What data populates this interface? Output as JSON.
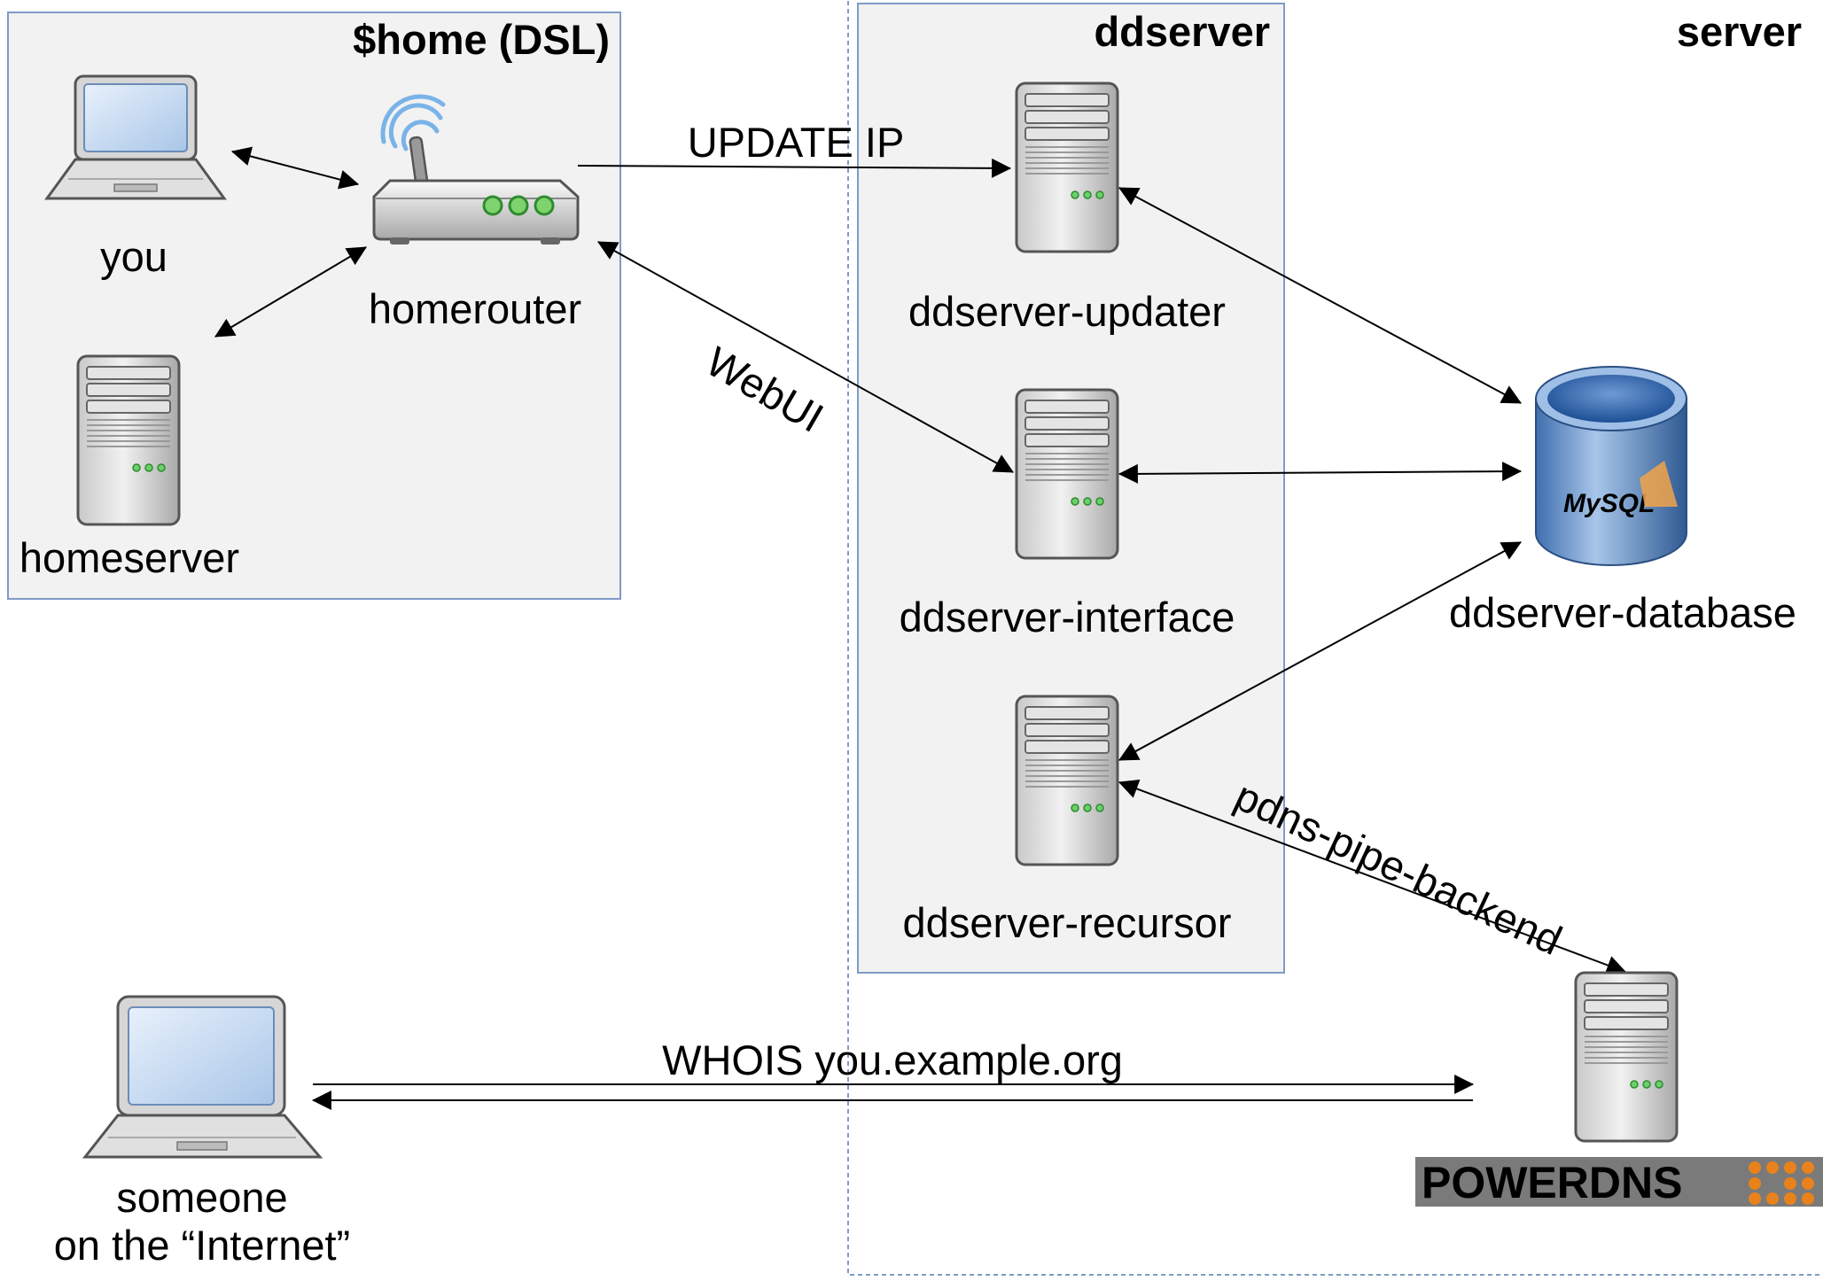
{
  "groups": {
    "home": {
      "title": "$home (DSL)"
    },
    "ddserver": {
      "title": "ddserver"
    },
    "server": {
      "title": "server"
    }
  },
  "nodes": {
    "you": "you",
    "homerouter": "homerouter",
    "homeserver": "homeserver",
    "ddserver_updater": "ddserver-updater",
    "ddserver_interface": "ddserver-interface",
    "ddserver_recursor": "ddserver-recursor",
    "ddserver_database": "ddserver-database",
    "someone_line1": "someone",
    "someone_line2": "on the “Internet”"
  },
  "edges": {
    "update_ip": "UPDATE IP",
    "webui": "WebUI",
    "pdns_pipe_backend": "pdns-pipe-backend",
    "whois": "WHOIS you.example.org"
  },
  "logos": {
    "mysql": "MySQL",
    "powerdns": "POWERDNS"
  },
  "colors": {
    "box_fill": "#f2f2f2",
    "box_border": "#7f9ac8",
    "powerdns_orange": "#e8821c",
    "powerdns_grey": "#7a7a7a"
  }
}
